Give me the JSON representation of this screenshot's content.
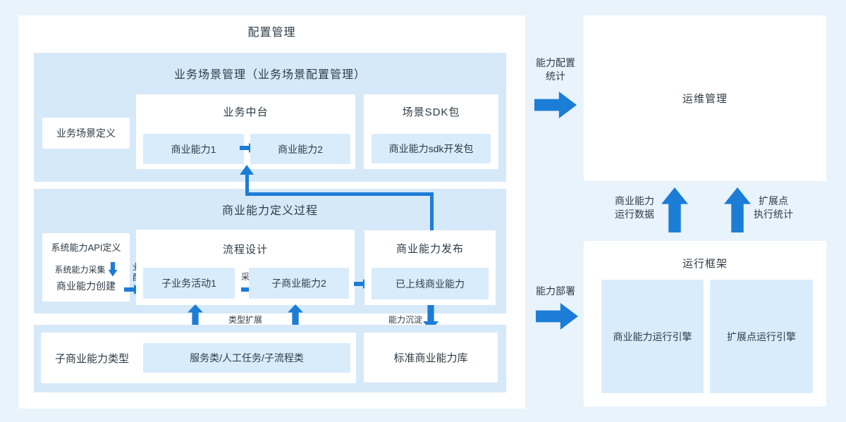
{
  "colors": {
    "page_bg": "#e9f3fc",
    "panel_bg": "#ffffff",
    "section_bg": "#d6e9f9",
    "tile_bg": "#d9ecfc",
    "arrow_blue": "#1b7dd6",
    "text": "#2e3b45"
  },
  "panel": {
    "title": "配置管理"
  },
  "scene": {
    "title": "业务场景管理（业务场景配置管理）",
    "scene_def": "业务场景定义",
    "platform_title": "业务中台",
    "cap1": "商业能力1",
    "cap2": "商业能力2",
    "sdk_title": "场景SDK包",
    "sdk_item": "商业能力sdk开发包"
  },
  "define": {
    "title": "商业能力定义过程",
    "api_def": "系统能力API定义",
    "collect": "系统能力采集",
    "create": "商业能力创建",
    "biz_l1": "业务",
    "biz_l2": "配置",
    "process_title": "流程设计",
    "activity1": "子业务活动1",
    "collect2": "采集",
    "subcap2": "子商业能力2",
    "publish_title": "商业能力发布",
    "online": "已上线商业能力"
  },
  "flow": {
    "type_extend": "类型扩展",
    "cap_sink": "能力沉淀"
  },
  "types": {
    "title": "子商业能力类型",
    "item": "服务类/人工任务/子流程类",
    "std_lib": "标准商业能力库"
  },
  "right": {
    "ops": "运维管理",
    "cfg_l1": "能力配置",
    "cfg_l2": "统计",
    "run_l1": "商业能力",
    "run_l2": "运行数据",
    "ext_l1": "扩展点",
    "ext_l2": "执行统计",
    "runtime_title": "运行框架",
    "engine1": "商业能力运行引擎",
    "engine2": "扩展点运行引擎",
    "deploy": "能力部署"
  }
}
